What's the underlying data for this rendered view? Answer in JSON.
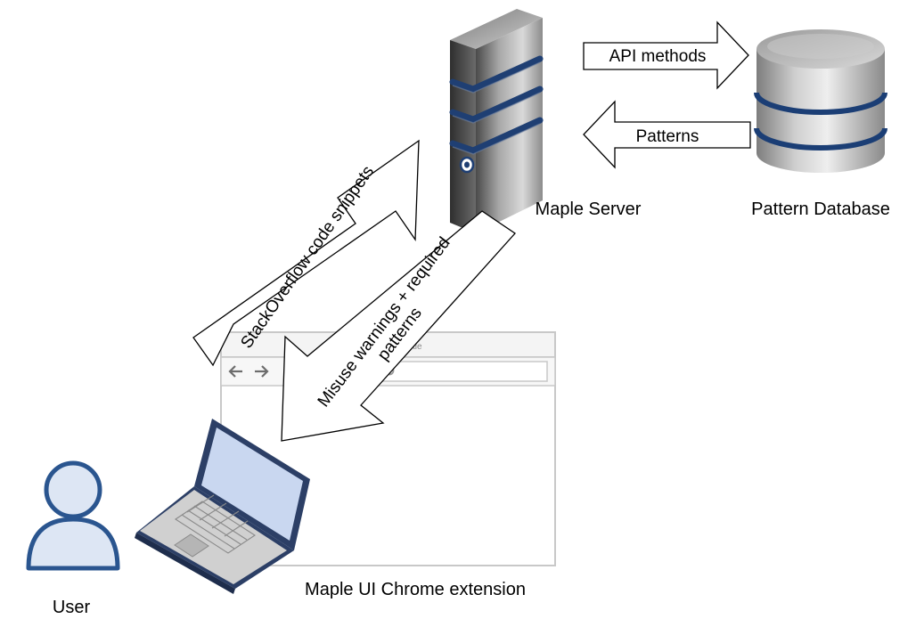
{
  "labels": {
    "server": "Maple Server",
    "database": "Pattern Database",
    "extension": "Maple UI Chrome extension",
    "user": "User"
  },
  "arrows": {
    "api_methods": "API methods",
    "patterns": "Patterns",
    "snippets": "StackOverflow code snippets",
    "warnings_line1": "Misuse warnings + required",
    "warnings_line2": "patterns"
  },
  "browser": {
    "tab_title": "Title"
  },
  "colors": {
    "server_band": "#1f3f73",
    "db_band": "#1b3e75",
    "user_outline": "#2a558f",
    "user_fill": "#dde6f4",
    "laptop_screen": "#c9d7f0",
    "laptop_body": "#2c3f66",
    "arrow_stroke": "#000000",
    "browser_stroke": "#c8c8c8"
  },
  "icons": [
    "server-icon",
    "database-icon",
    "user-icon",
    "laptop-icon",
    "browser-window-icon",
    "search-icon",
    "home-icon",
    "back-arrow-icon",
    "forward-arrow-icon"
  ]
}
